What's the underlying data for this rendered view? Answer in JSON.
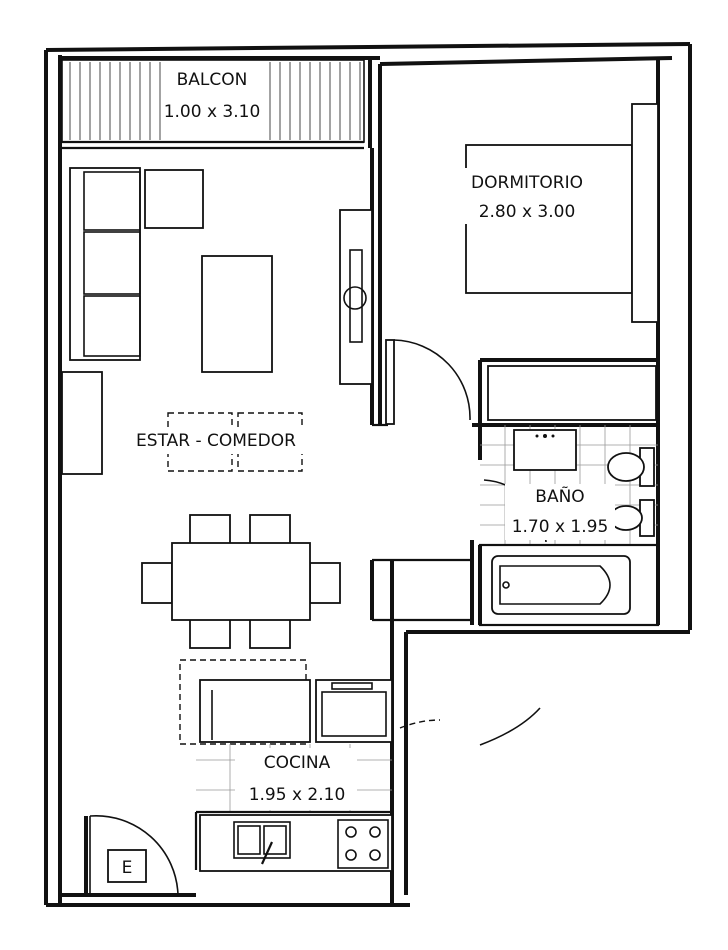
{
  "rooms": {
    "balcon": {
      "name": "BALCON",
      "size": "1.00 x 3.10"
    },
    "dormitorio": {
      "name": "DORMITORIO",
      "size": "2.80 x 3.00"
    },
    "estar": {
      "name": "ESTAR - COMEDOR"
    },
    "bano": {
      "name": "BAÑO",
      "size": "1.70 x 1.95"
    },
    "cocina": {
      "name": "COCINA",
      "size": "1.95 x 2.10"
    }
  },
  "entry": {
    "label": "E"
  }
}
